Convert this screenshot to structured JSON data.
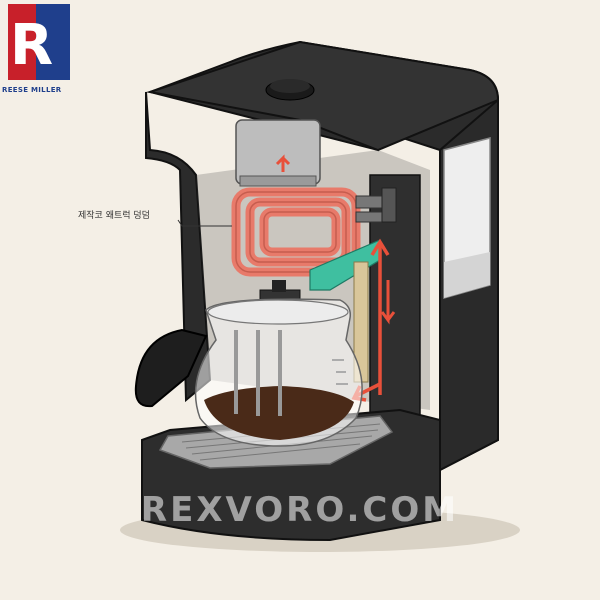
{
  "logo": {
    "letter": "R",
    "caption": "REESE MILLER"
  },
  "callout": {
    "label": "제작코 왜트럭 덩덤"
  },
  "watermark": "REXVORO.COM",
  "colors": {
    "body": "#2a2a2a",
    "heater_coil": "#e87a6a",
    "flow_arrow_red": "#e8503a",
    "flow_channel_green": "#3fbfa0",
    "coffee": "#4a2a18",
    "background": "#f4efe6",
    "logo_red": "#c8202a",
    "logo_blue": "#1f3f8c"
  },
  "icons": [
    "heating-coil-icon",
    "flow-arrow-icon",
    "carafe-icon",
    "drip-tray-icon",
    "water-reservoir-icon"
  ]
}
